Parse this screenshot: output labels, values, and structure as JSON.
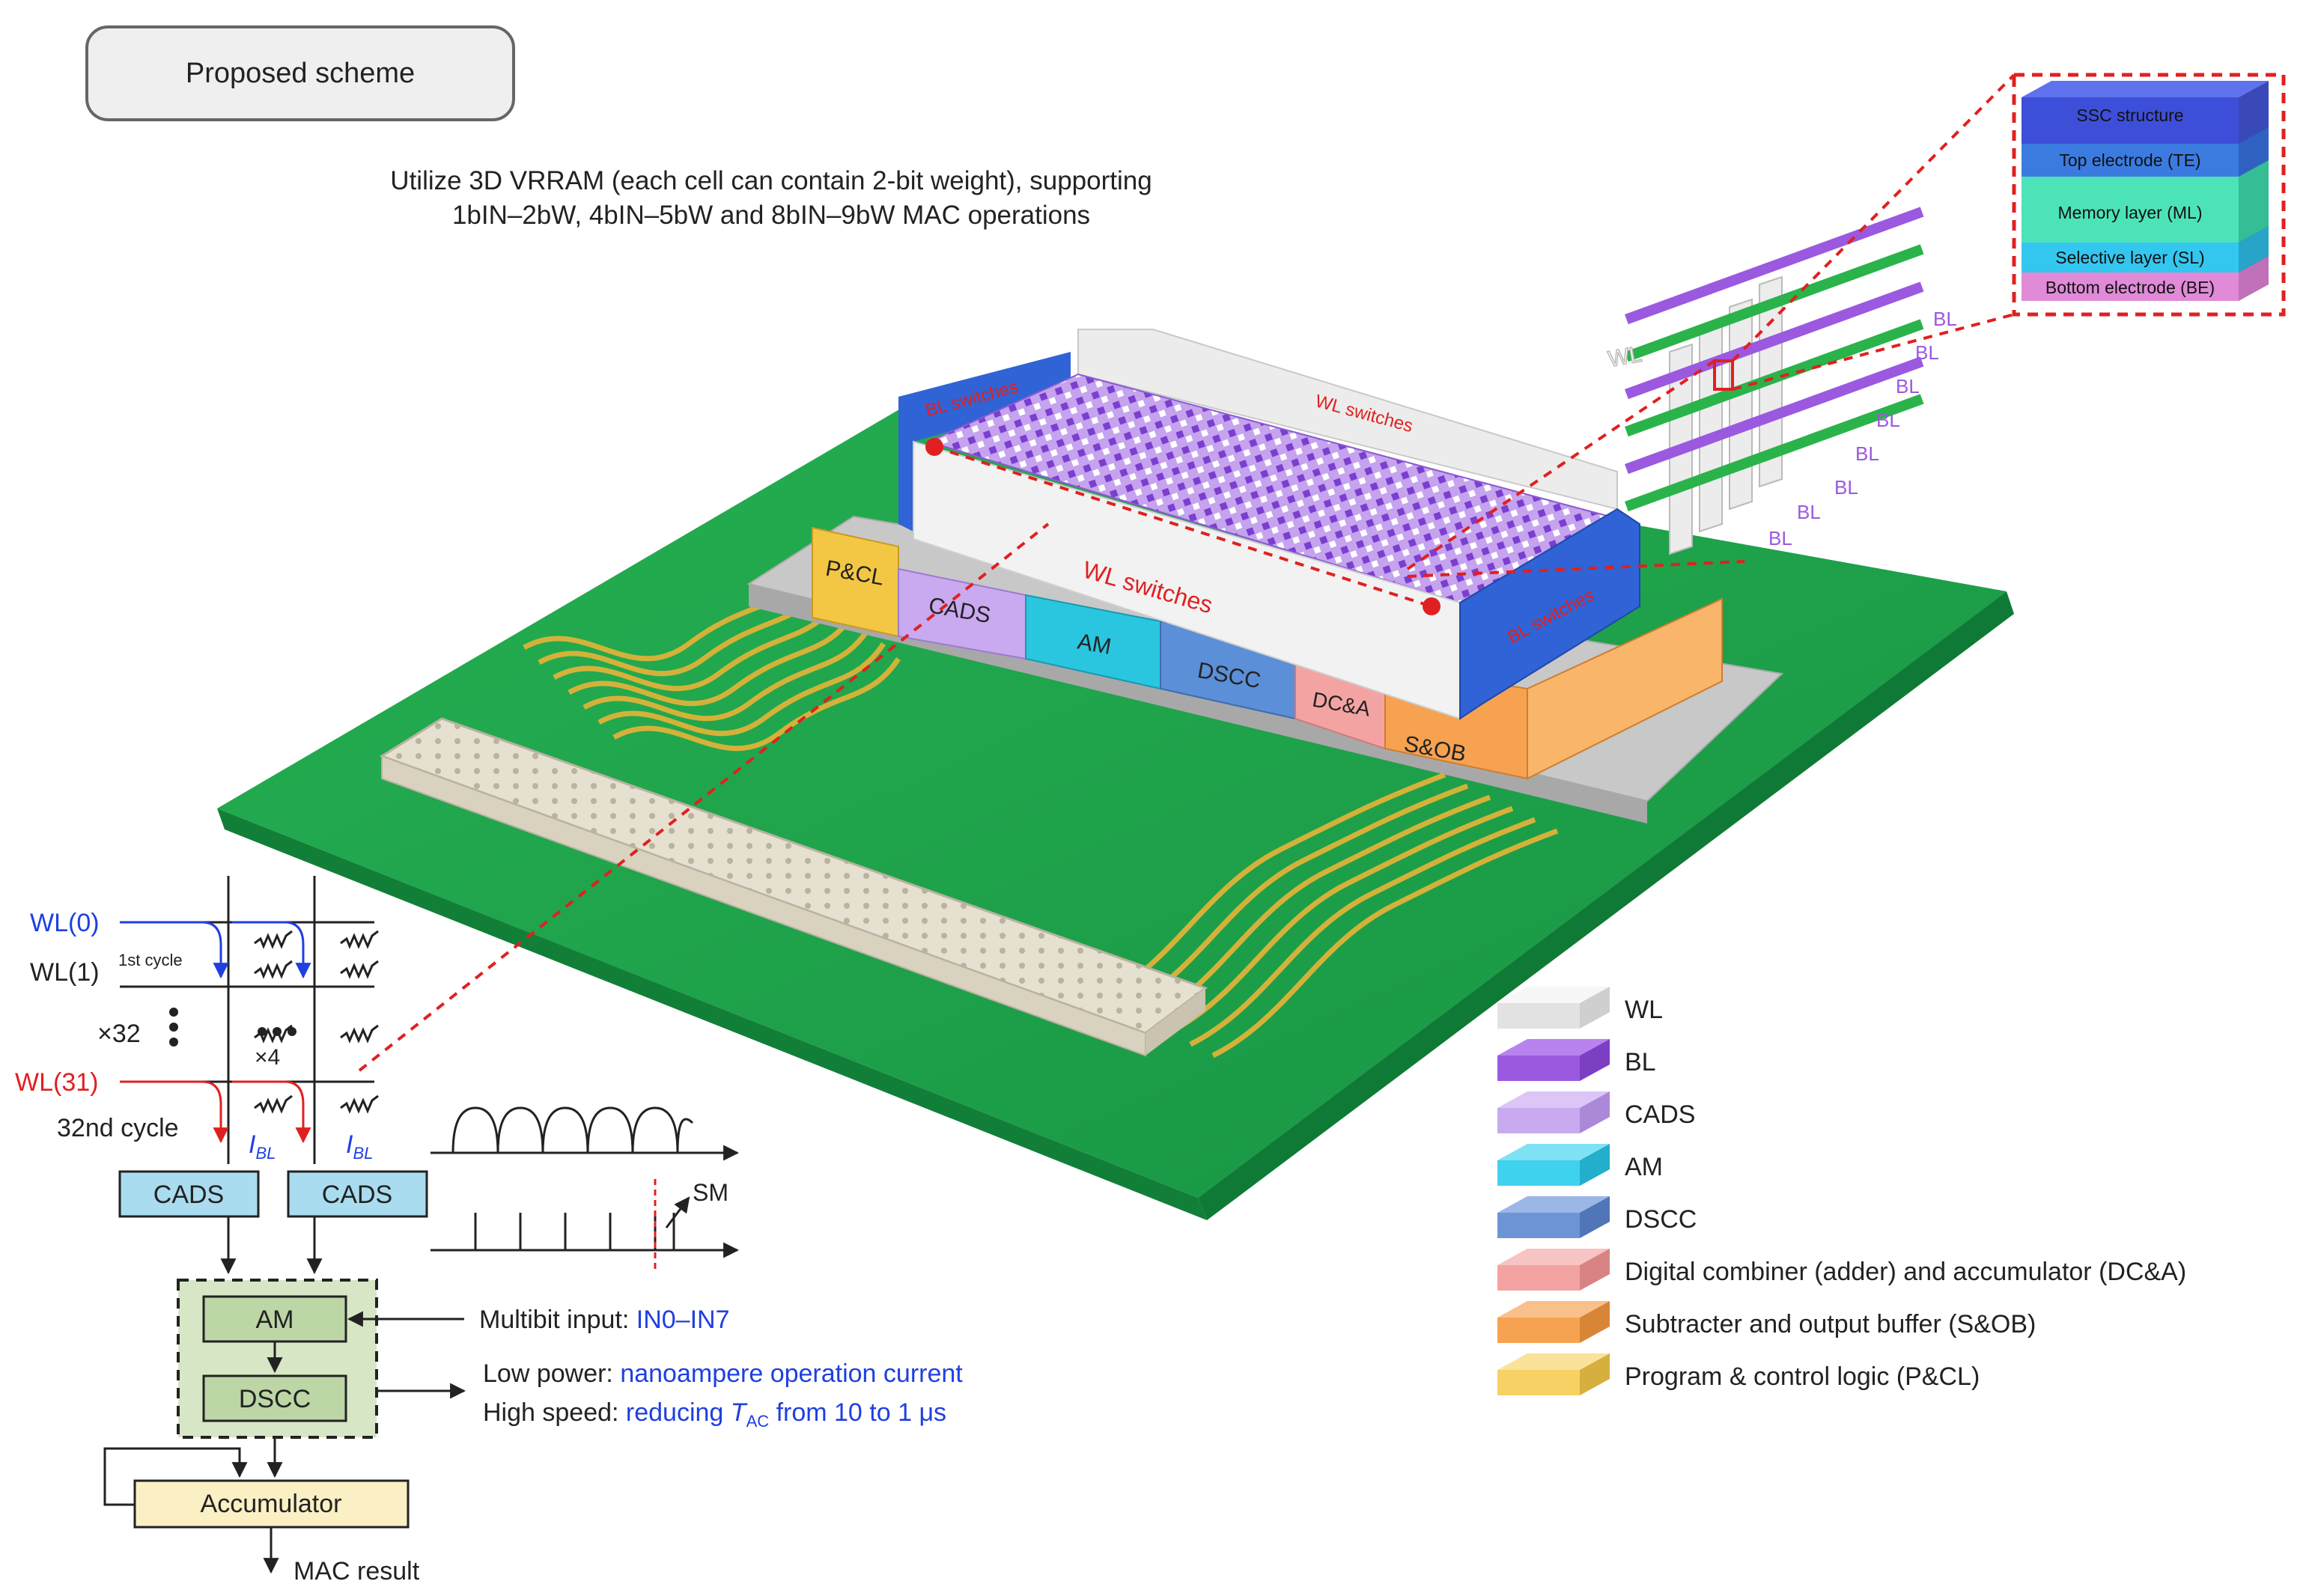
{
  "header": {
    "scheme_label": "Proposed scheme",
    "desc_line1": "Utilize 3D VRRAM (each cell can contain 2-bit weight), supporting",
    "desc_line2": "1bIN–2bW, 4bIN–5bW and 8bIN–9bW MAC operations"
  },
  "chip": {
    "top_switch_label": "WL switches",
    "front_switch_label": "WL switches",
    "left_switch_label": "BL switches",
    "right_switch_label": "BL switches",
    "blocks": [
      {
        "label": "P&CL",
        "color": "#f3c744"
      },
      {
        "label": "CADS",
        "color": "#c9a9f0"
      },
      {
        "label": "AM",
        "color": "#2ac6e0"
      },
      {
        "label": "DSCC",
        "color": "#5b8fd8"
      },
      {
        "label": "DC&A",
        "color": "#f4a3a3"
      },
      {
        "label": "S&OB",
        "color": "#f7a251"
      }
    ]
  },
  "cell_stack": {
    "layers": [
      {
        "label": "SSC structure",
        "color": "#3d4fd8"
      },
      {
        "label": "Top electrode (TE)",
        "color": "#3b7be0"
      },
      {
        "label": "Memory layer (ML)",
        "color": "#4de3b8"
      },
      {
        "label": "Selective layer (SL)",
        "color": "#33c7ef"
      },
      {
        "label": "Bottom electrode (BE)",
        "color": "#e08ad8"
      }
    ]
  },
  "array_3d": {
    "wl_label": "WL",
    "bl_labels": [
      "BL",
      "BL",
      "BL",
      "BL",
      "BL",
      "BL",
      "BL",
      "BL"
    ]
  },
  "legend": [
    {
      "label": "WL",
      "color": "#f0f0f0"
    },
    {
      "label": "BL",
      "color": "#9b59e0"
    },
    {
      "label": "CADS",
      "color": "#c9a9f0"
    },
    {
      "label": "AM",
      "color": "#3fd2ee"
    },
    {
      "label": "DSCC",
      "color": "#6d95d6"
    },
    {
      "label": "Digital combiner (adder) and accumulator (DC&A)",
      "color": "#f4a3a3"
    },
    {
      "label": "Subtracter and output buffer (S&OB)",
      "color": "#f7a251"
    },
    {
      "label": "Program & control logic (P&CL)",
      "color": "#f6d163"
    }
  ],
  "circuit": {
    "wl0": "WL(0)",
    "wl1": "WL(1)",
    "first_cycle": "1st cycle",
    "x32": "×32",
    "x4": "×4",
    "wl31": "WL(31)",
    "cycle32": "32nd cycle",
    "ibl": "I",
    "ibl_sub": "BL",
    "cads_left": "CADS",
    "cads_right": "CADS",
    "sm": "SM",
    "am": "AM",
    "dscc": "DSCC",
    "accumulator": "Accumulator",
    "mac_result": "MAC result",
    "input_prefix": "Multibit input: ",
    "input_value": "IN0–IN7",
    "power_prefix": "Low power: ",
    "power_value": "nanoampere operation current",
    "speed_prefix": "High speed: ",
    "speed_value_a": "reducing ",
    "speed_value_t": "T",
    "speed_value_sub": "AC",
    "speed_value_b": " from 10 to 1 μs"
  },
  "colors": {
    "board": "#1fa34a",
    "accent_blue": "#1f3fe0",
    "accent_red": "#e02020",
    "box_blue": "#a9dcef",
    "box_green": "#d7e6c4",
    "box_yellow": "#fbefc4"
  }
}
